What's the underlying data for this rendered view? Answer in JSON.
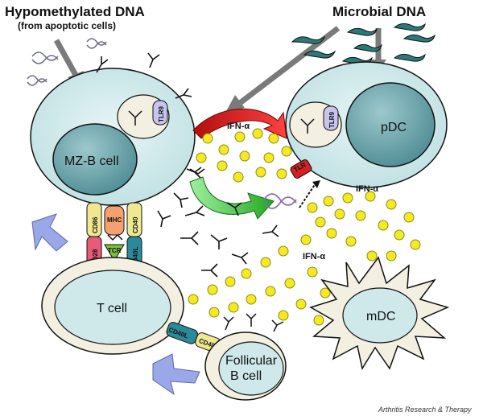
{
  "titles": {
    "hypomethylated": "Hypomethylated DNA",
    "apoptotic": "(from apoptotic cells)",
    "microbial": "Microbial DNA"
  },
  "cells": {
    "mzb": "MZ-B cell",
    "pdc": "pDC",
    "tcell": "T cell",
    "mdc": "mDC",
    "follicular_line1": "Follicular",
    "follicular_line2": "B cell"
  },
  "receptors": {
    "tlr9": "TLR9",
    "tlr9_pdc": "TLR9",
    "tlr": "TLR",
    "cd86": "CD86",
    "cd28": "CD28",
    "mhc": "MHC",
    "tcr": "TCR",
    "cd40": "CD40",
    "cd40l": "CD40L",
    "cd40l_fol": "CD40L",
    "cd40_fol": "CD40"
  },
  "cytokines": {
    "ifn1": "IFN-α",
    "ifn2": "IFN-α",
    "ifn3": "IFN-α"
  },
  "credit": "Arthritis Research & Therapy",
  "colors": {
    "cell_fill": "#cfe9ea",
    "nucleus_fill": "#6fa6ad",
    "cytoplasm_light": "#f3f0e1",
    "ifn_dot": "#f5ea1e",
    "arrow_grey": "#808080",
    "red_arrow": "#e02020",
    "green_arrow": "#3cc43c",
    "lavender": "#9aa8e8"
  }
}
